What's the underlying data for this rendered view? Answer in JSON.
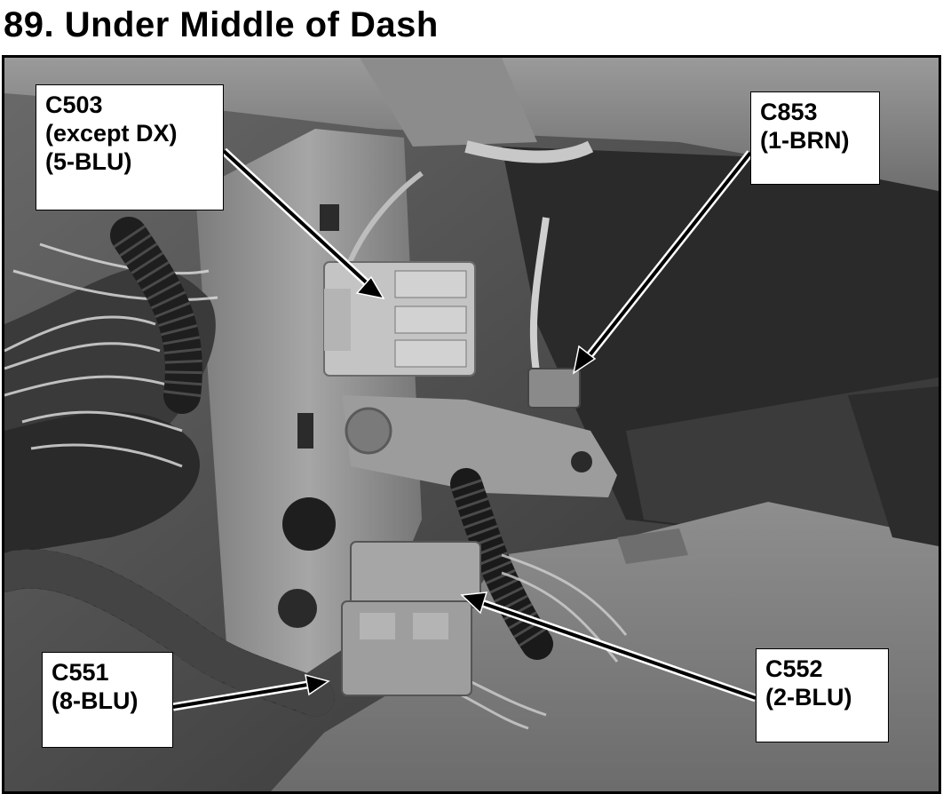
{
  "page": {
    "title": "89. Under Middle of Dash"
  },
  "callouts": {
    "c503": {
      "line1": "C503",
      "line2": "(except DX)",
      "line3": "(5-BLU)"
    },
    "c853": {
      "line1": "C853",
      "line2": "(1-BRN)"
    },
    "c551": {
      "line1": "C551",
      "line2": "(8-BLU)"
    },
    "c552": {
      "line1": "C552",
      "line2": "(2-BLU)"
    }
  },
  "photo": {
    "description_colors": {
      "background": "#555555",
      "carpet": "#8a8a8a",
      "connector": "#b8b8b8"
    }
  }
}
